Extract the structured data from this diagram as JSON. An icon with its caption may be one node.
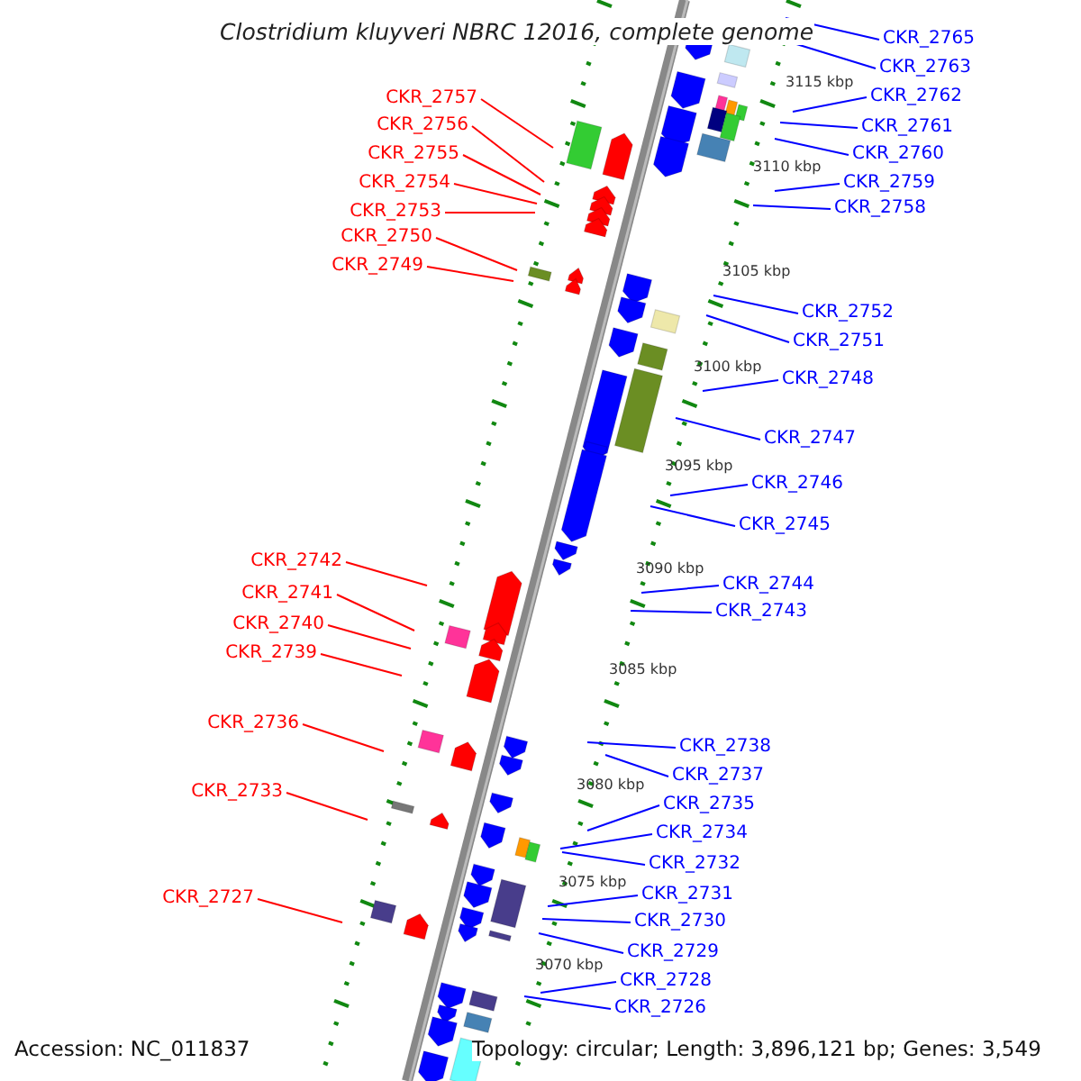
{
  "diagram": {
    "title": "Clostridium kluyveri NBRC 12016, complete genome",
    "nodes": [
      {
        "text": [
          "CKR_2757"
        ]
      },
      {
        "text": [
          "CKR_2756"
        ]
      },
      {
        "text": [
          "CKR_2755"
        ]
      },
      {
        "text": [
          "CKR_2754"
        ]
      },
      {
        "text": [
          "CKR_2753"
        ]
      },
      {
        "text": [
          "CKR_2750"
        ]
      },
      {
        "text": [
          "CKR_2749"
        ]
      },
      {
        "text": [
          "CKR_2742"
        ]
      },
      {
        "text": [
          "CKR_2741"
        ]
      },
      {
        "text": [
          "CKR_2740"
        ]
      },
      {
        "text": [
          "CKR_2739"
        ]
      },
      {
        "text": [
          "CKR_2736"
        ]
      },
      {
        "text": [
          "CKR_2733"
        ]
      },
      {
        "text": [
          "CKR_2727"
        ]
      },
      {
        "text": [
          "CKR_2765"
        ]
      },
      {
        "text": [
          "CKR_2763"
        ]
      },
      {
        "text": [
          "CKR_2762"
        ]
      },
      {
        "text": [
          "CKR_2761"
        ]
      },
      {
        "text": [
          "CKR_2760"
        ]
      },
      {
        "text": [
          "CKR_2759"
        ]
      },
      {
        "text": [
          "CKR_2758"
        ]
      },
      {
        "text": [
          "CKR_2752"
        ]
      },
      {
        "text": [
          "CKR_2751"
        ]
      },
      {
        "text": [
          "CKR_2748"
        ]
      },
      {
        "text": [
          "CKR_2747"
        ]
      },
      {
        "text": [
          "CKR_2746"
        ]
      },
      {
        "text": [
          "CKR_2745"
        ]
      },
      {
        "text": [
          "CKR_2744"
        ]
      },
      {
        "text": [
          "CKR_2743"
        ]
      },
      {
        "text": [
          "CKR_2738"
        ]
      },
      {
        "text": [
          "CKR_2737"
        ]
      },
      {
        "text": [
          "CKR_2735"
        ]
      },
      {
        "text": [
          "CKR_2734"
        ]
      },
      {
        "text": [
          "CKR_2732"
        ]
      },
      {
        "text": [
          "CKR_2731"
        ]
      },
      {
        "text": [
          "CKR_2730"
        ]
      },
      {
        "text": [
          "CKR_2729"
        ]
      },
      {
        "text": [
          "CKR_2728"
        ]
      },
      {
        "text": [
          "CKR_2726"
        ]
      }
    ],
    "edges": [
      {
        "from": 0,
        "to": null,
        "arrow": "none",
        "color": "#ff0000"
      },
      {
        "from": 1,
        "to": null,
        "arrow": "none",
        "color": "#ff0000"
      },
      {
        "from": 2,
        "to": null,
        "arrow": "none",
        "color": "#ff0000"
      },
      {
        "from": 3,
        "to": null,
        "arrow": "none",
        "color": "#ff0000"
      },
      {
        "from": 4,
        "to": null,
        "arrow": "none",
        "color": "#ff0000"
      },
      {
        "from": 5,
        "to": null,
        "arrow": "none",
        "color": "#ff0000"
      },
      {
        "from": 6,
        "to": null,
        "arrow": "none",
        "color": "#ff0000"
      },
      {
        "from": 7,
        "to": null,
        "arrow": "none",
        "color": "#ff0000"
      },
      {
        "from": 8,
        "to": null,
        "arrow": "none",
        "color": "#ff0000"
      },
      {
        "from": 9,
        "to": null,
        "arrow": "none",
        "color": "#ff0000"
      },
      {
        "from": 10,
        "to": null,
        "arrow": "none",
        "color": "#ff0000"
      },
      {
        "from": 11,
        "to": null,
        "arrow": "none",
        "color": "#ff0000"
      },
      {
        "from": 12,
        "to": null,
        "arrow": "none",
        "color": "#ff0000"
      },
      {
        "from": 13,
        "to": null,
        "arrow": "none",
        "color": "#ff0000"
      },
      {
        "from": 14,
        "to": null,
        "arrow": "none"
      },
      {
        "from": 15,
        "to": null,
        "arrow": "none"
      },
      {
        "from": 16,
        "to": null,
        "arrow": "none"
      },
      {
        "from": 17,
        "to": null,
        "arrow": "none"
      },
      {
        "from": 18,
        "to": null,
        "arrow": "none"
      },
      {
        "from": 19,
        "to": null,
        "arrow": "none"
      },
      {
        "from": 20,
        "to": null,
        "arrow": "none"
      },
      {
        "from": 21,
        "to": null,
        "arrow": "none"
      },
      {
        "from": 22,
        "to": null,
        "arrow": "none"
      },
      {
        "from": 23,
        "to": null,
        "arrow": "none"
      },
      {
        "from": 24,
        "to": null,
        "arrow": "none"
      },
      {
        "from": 25,
        "to": null,
        "arrow": "none"
      },
      {
        "from": 26,
        "to": null,
        "arrow": "none"
      },
      {
        "from": 27,
        "to": null,
        "arrow": "none"
      },
      {
        "from": 28,
        "to": null,
        "arrow": "none"
      },
      {
        "from": 29,
        "to": null,
        "arrow": "none"
      },
      {
        "from": 30,
        "to": null,
        "arrow": "none"
      },
      {
        "from": 31,
        "to": null,
        "arrow": "none"
      },
      {
        "from": 32,
        "to": null,
        "arrow": "none"
      },
      {
        "from": 33,
        "to": null,
        "arrow": "none"
      },
      {
        "from": 34,
        "to": null,
        "arrow": "none"
      },
      {
        "from": 35,
        "to": null,
        "arrow": "none"
      },
      {
        "from": 36,
        "to": null,
        "arrow": "none"
      },
      {
        "from": 37,
        "to": null,
        "arrow": "none"
      },
      {
        "from": 38,
        "to": null,
        "arrow": "none"
      }
    ],
    "labels": [
      "3115 kbp",
      "3110 kbp",
      "3105 kbp",
      "3100 kbp",
      "3095 kbp",
      "3090 kbp",
      "3085 kbp",
      "3080 kbp",
      "3075 kbp",
      "3070 kbp",
      "Accession: NC_011837",
      "Topology: circular; Length: 3,896,121 bp; Genes: 3,549"
    ]
  }
}
